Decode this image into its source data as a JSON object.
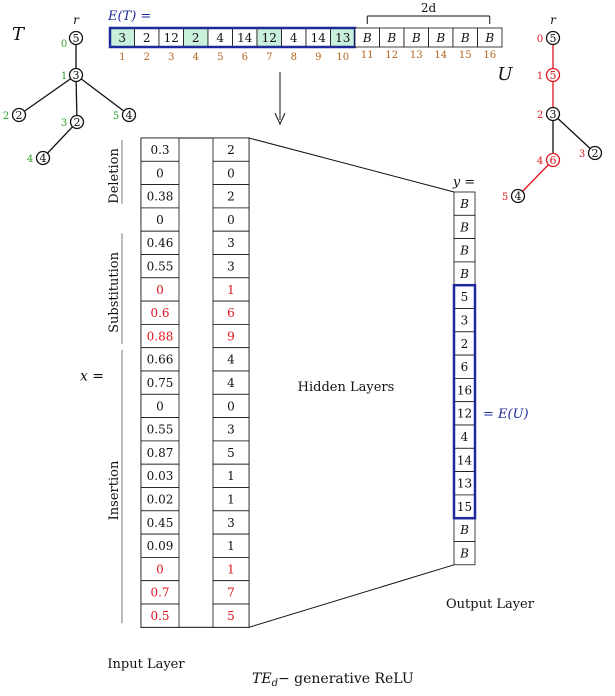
{
  "tree_t": {
    "name": "T",
    "root_label": "r",
    "nodes": [
      {
        "index": "0",
        "value": "5"
      },
      {
        "index": "1",
        "value": "3"
      },
      {
        "index": "2",
        "value": "2"
      },
      {
        "index": "3",
        "value": "2"
      },
      {
        "index": "4",
        "value": "4"
      },
      {
        "index": "5",
        "value": "4"
      }
    ]
  },
  "tree_u": {
    "name": "U",
    "root_label": "r",
    "nodes": [
      {
        "index": "0",
        "value": "5"
      },
      {
        "index": "1",
        "value": "5",
        "inserted": true
      },
      {
        "index": "2",
        "value": "3"
      },
      {
        "index": "3",
        "value": "2"
      },
      {
        "index": "4",
        "value": "6",
        "inserted": true
      },
      {
        "index": "5",
        "value": "4"
      }
    ]
  },
  "encoding": {
    "label": "E(T) =",
    "cells": [
      "3",
      "2",
      "12",
      "2",
      "4",
      "14",
      "12",
      "4",
      "14",
      "13"
    ],
    "highlighted": [
      0,
      3,
      6,
      9
    ],
    "indices": [
      "1",
      "2",
      "3",
      "4",
      "5",
      "6",
      "7",
      "8",
      "9",
      "10"
    ],
    "padding_label": "2d",
    "padding_cells": [
      "B",
      "B",
      "B",
      "B",
      "B",
      "B"
    ],
    "padding_indices": [
      "11",
      "12",
      "13",
      "14",
      "15",
      "16"
    ]
  },
  "input_layer": {
    "x_label": "x =",
    "left_column": [
      "0.3",
      "0",
      "0.38",
      "0",
      "0.46",
      "0.55",
      "0",
      "0.6",
      "0.88",
      "0.66",
      "0.75",
      "0",
      "0.55",
      "0.87",
      "0.03",
      "0.02",
      "0.45",
      "0.09",
      "0",
      "0.7",
      "0.5"
    ],
    "right_column": [
      "2",
      "0",
      "2",
      "0",
      "3",
      "3",
      "1",
      "6",
      "9",
      "4",
      "4",
      "0",
      "3",
      "5",
      "1",
      "1",
      "3",
      "1",
      "1",
      "7",
      "5"
    ],
    "red_rows": [
      6,
      7,
      8,
      18,
      19,
      20
    ],
    "sections": [
      {
        "label": "Deletion"
      },
      {
        "label": "Substitution"
      },
      {
        "label": "Insertion"
      }
    ],
    "caption": "Input Layer"
  },
  "hidden_label": "Hidden Layers",
  "output_layer": {
    "y_label": "y =",
    "cells": [
      "B",
      "B",
      "B",
      "B",
      "5",
      "3",
      "2",
      "6",
      "16",
      "12",
      "4",
      "14",
      "13",
      "15",
      "B",
      "B"
    ],
    "eu_label": "= E(U)",
    "caption": "Output Layer"
  },
  "caption": "TE",
  "caption_sub": "d",
  "caption_rest": "− generative ReLU",
  "colors": {
    "blue": "#1f2a9a",
    "green_fill": "#c8f0da",
    "green_text": "#2a9d2a",
    "red": "#e0141e",
    "orange": "#b5651d",
    "black": "#111111"
  }
}
